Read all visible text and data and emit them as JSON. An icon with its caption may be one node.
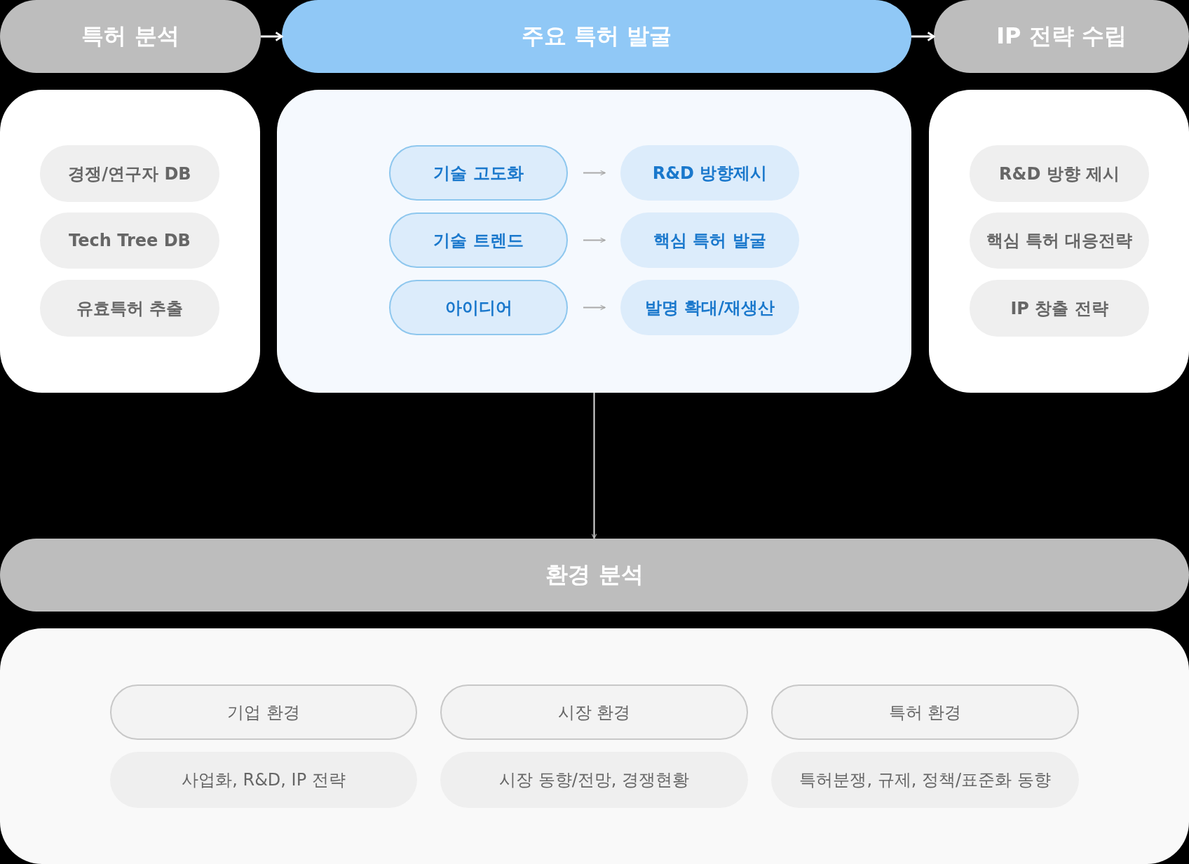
{
  "diagram": {
    "nodes": [
      {
        "text": [
          "특허 분석"
        ]
      },
      {
        "text": [
          "주요 특허 발굴"
        ]
      },
      {
        "text": [
          "IP 전략 수립"
        ]
      },
      {
        "text": [],
        "shape": "box"
      },
      {
        "text": [
          "경쟁/연구자 DB"
        ],
        "in": 3
      },
      {
        "text": [
          "Tech Tree DB"
        ],
        "in": 3
      },
      {
        "text": [
          "유효특허 추출"
        ],
        "in": 3
      },
      {
        "text": [],
        "shape": "box"
      },
      {
        "text": [
          "기술 고도화"
        ],
        "in": 7
      },
      {
        "text": [
          "R&D 방향제시"
        ],
        "in": 7
      },
      {
        "text": [
          "기술 트렌드"
        ],
        "in": 7
      },
      {
        "text": [
          "핵심 특허 발굴"
        ],
        "in": 7
      },
      {
        "text": [
          "아이디어"
        ],
        "in": 7
      },
      {
        "text": [
          "발명 확대/재생산"
        ],
        "in": 7
      },
      {
        "text": [],
        "shape": "box"
      },
      {
        "text": [
          "R&D 방향 제시"
        ],
        "in": 14
      },
      {
        "text": [
          "핵심 특허 대응전략"
        ],
        "in": 14
      },
      {
        "text": [
          "IP 창출 전략"
        ],
        "in": 14
      },
      {
        "text": [
          "환경 분석"
        ]
      },
      {
        "text": [],
        "shape": "box"
      },
      {
        "text": [
          "기업 환경"
        ],
        "in": 19
      },
      {
        "text": [
          "시장 환경"
        ],
        "in": 19
      },
      {
        "text": [
          "특허 환경"
        ],
        "in": 19
      },
      {
        "text": [
          "사업화, R&D, IP 전략"
        ],
        "in": 19
      },
      {
        "text": [
          "시장 동향/전망, 경쟁현황"
        ],
        "in": 19
      },
      {
        "text": [
          "특허분쟁, 규제, 정책/표준화 동향"
        ],
        "in": 19
      }
    ],
    "edges": [
      {
        "from": 0,
        "to": 1,
        "arrow": "to"
      },
      {
        "from": 1,
        "to": 2,
        "arrow": "to"
      },
      {
        "from": 8,
        "to": 9,
        "arrow": "to"
      },
      {
        "from": 10,
        "to": 11,
        "arrow": "to"
      },
      {
        "from": 12,
        "to": 13,
        "arrow": "to"
      },
      {
        "from": 7,
        "to": 18,
        "arrow": "to"
      }
    ]
  }
}
